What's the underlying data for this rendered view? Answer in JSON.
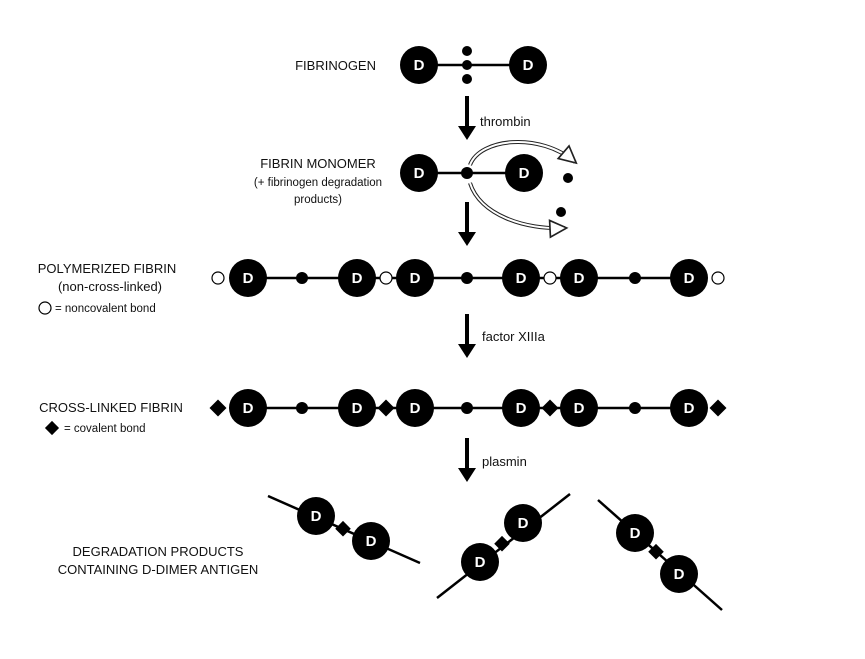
{
  "stages": {
    "fibrinogen": {
      "label": "FIBRINOGEN"
    },
    "monomer": {
      "label": "FIBRIN MONOMER",
      "sub1": "(+ fibrinogen degradation",
      "sub2": "products)"
    },
    "polymerized": {
      "label": "POLYMERIZED FIBRIN",
      "sub": "(non-cross-linked)",
      "legend": "= noncovalent bond"
    },
    "crosslinked": {
      "label": "CROSS-LINKED FIBRIN",
      "legend": "= covalent bond"
    },
    "degradation": {
      "line1": "DEGRADATION PRODUCTS",
      "line2": "CONTAINING D-DIMER ANTIGEN"
    }
  },
  "steps": {
    "step1": "thrombin",
    "step2": "factor XIIIa",
    "step3": "plasmin"
  },
  "domain_letter": "D"
}
